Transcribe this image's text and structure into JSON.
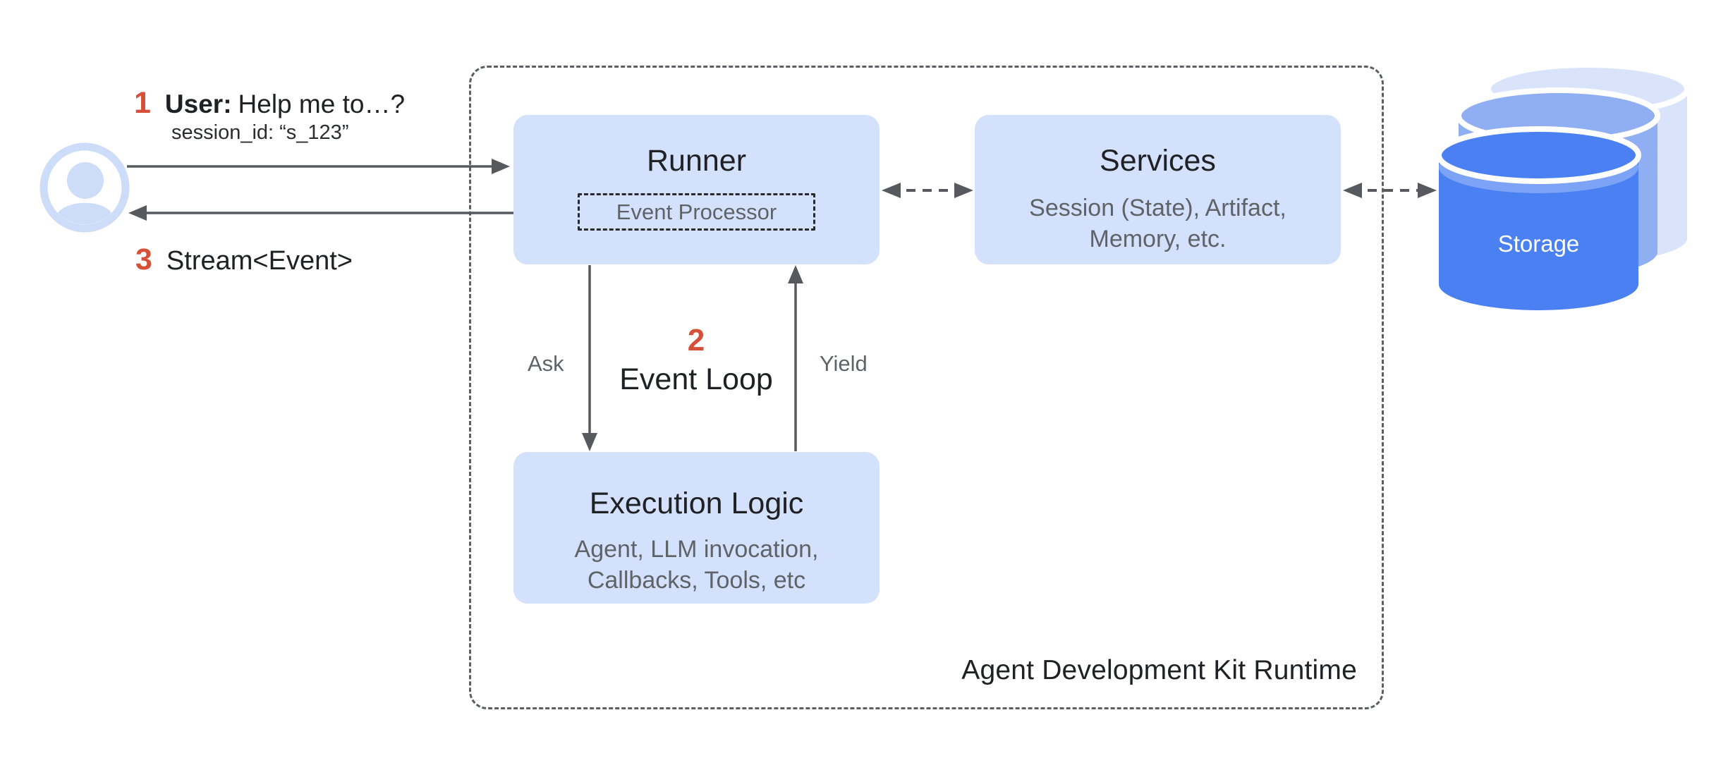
{
  "diagram": {
    "container_label": "Agent Development Kit Runtime"
  },
  "annotations": {
    "step1": {
      "number": "1",
      "lead": "User:",
      "rest": "Help me to…?"
    },
    "session_id": "session_id: “s_123”",
    "step2": {
      "number": "2",
      "label": "Event Loop"
    },
    "step3": {
      "number": "3",
      "label": "Stream<Event>"
    },
    "ask": "Ask",
    "yield": "Yield"
  },
  "nodes": {
    "runner": {
      "title": "Runner",
      "inner": "Event Processor"
    },
    "services": {
      "title": "Services",
      "line1": "Session (State), Artifact,",
      "line2": "Memory, etc."
    },
    "execution": {
      "title": "Execution Logic",
      "line1": "Agent, LLM invocation,",
      "line2": "Callbacks, Tools, etc"
    },
    "storage": {
      "label": "Storage"
    }
  },
  "colors": {
    "node_fill": "#d3e1fc",
    "title_text": "#202124",
    "subtitle_text": "#5f6368",
    "accent_number": "#d64f38",
    "arrow": "#565a5e",
    "dashed_border": "#5b5f63",
    "avatar": "#ccdcf9",
    "storage_front": "#4a80f2",
    "storage_front_rim": "#7ca3f5",
    "storage_middle": "#90aff2",
    "storage_back": "#d9e4fb",
    "storage_text": "#ffffff"
  }
}
